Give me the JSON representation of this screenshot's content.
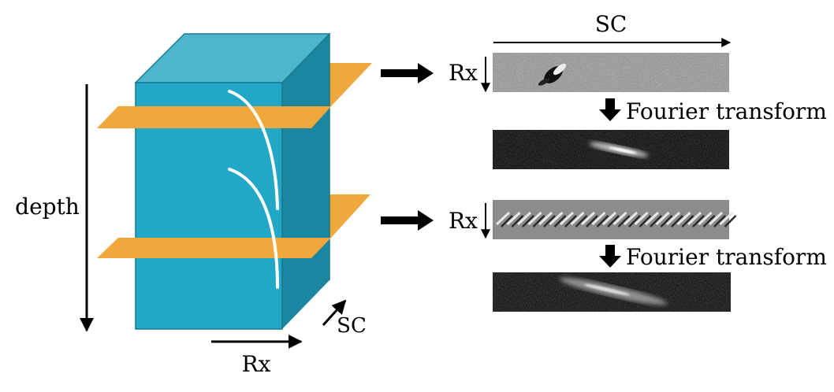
{
  "diagram": {
    "cube_axes": {
      "depth_label": "depth",
      "rx_label": "Rx",
      "sc_label": "SC"
    },
    "panel_axes": {
      "sc_label": "SC",
      "rx_label_top": "Rx",
      "rx_label_bottom": "Rx"
    },
    "steps": {
      "top_transform_label": "Fourier transform",
      "bottom_transform_label": "Fourier transform"
    },
    "colors": {
      "cube_front": "#22a7c6",
      "cube_top": "#4db6cd",
      "cube_side": "#1b869f",
      "plane": "#f0a73b",
      "arrow": "#000000",
      "curve": "#ffffff"
    }
  }
}
